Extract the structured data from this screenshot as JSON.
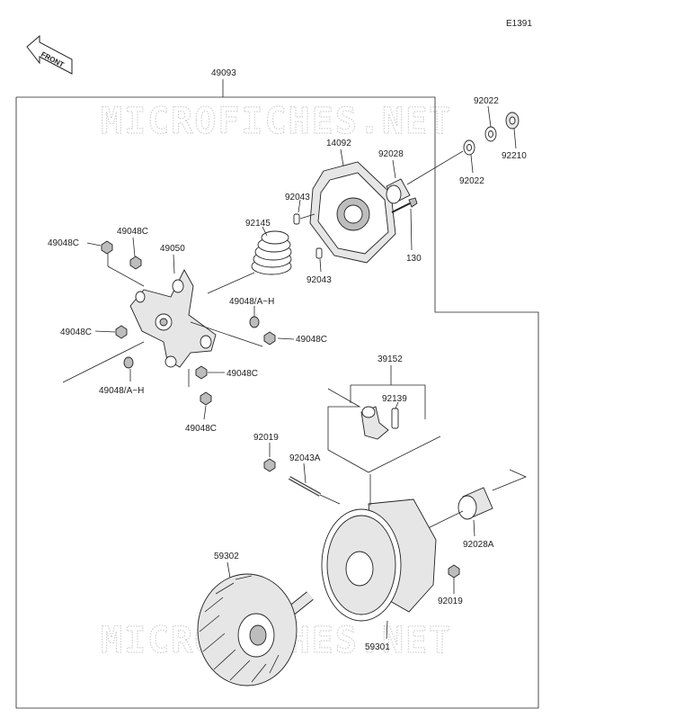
{
  "diagram_code": "E1391",
  "front_label": "FRONT",
  "watermark": "MICROFICHES.NET",
  "parts": {
    "p49093": "49093",
    "p14092": "14092",
    "p92022a": "92022",
    "p92022b": "92022",
    "p92210": "92210",
    "p92028": "92028",
    "p92043a": "92043",
    "p92043b": "92043",
    "p92145": "92145",
    "p130": "130",
    "p49048c_1": "49048C",
    "p49048c_2": "49048C",
    "p49050": "49050",
    "p49048ah_1": "49048/A~H",
    "p49048c_3": "49048C",
    "p49048c_4": "49048C",
    "p49048ah_2": "49048/A~H",
    "p49048c_5": "49048C",
    "p49048c_6": "49048C",
    "p39152": "39152",
    "p92139": "92139",
    "p92019a": "92019",
    "p92043A": "92043A",
    "p92028A": "92028A",
    "p59302": "59302",
    "p92019b": "92019",
    "p59301": "59301"
  }
}
